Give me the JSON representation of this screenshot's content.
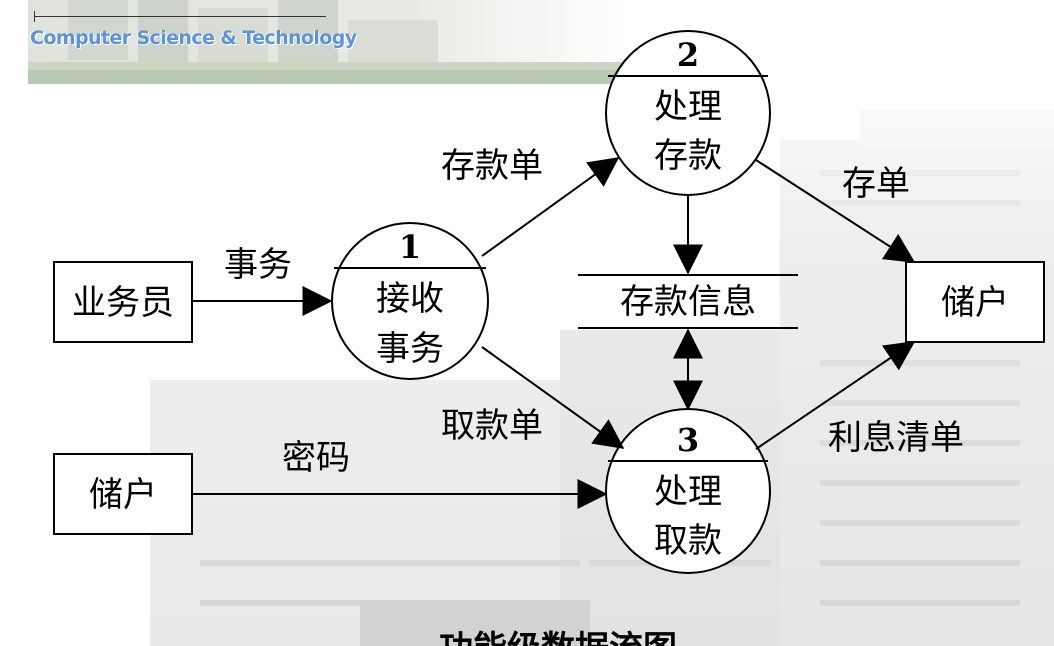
{
  "brand_text": "Computer Science & Technology",
  "diagram": {
    "entities": {
      "clerk": "业务员",
      "depositor_top": "储户",
      "depositor_bottom": "储户"
    },
    "processes": {
      "p1": {
        "number": "1",
        "line1": "接收",
        "line2": "事务"
      },
      "p2": {
        "number": "2",
        "line1": "处理",
        "line2": "存款"
      },
      "p3": {
        "number": "3",
        "line1": "处理",
        "line2": "取款"
      }
    },
    "data_store": "存款信息",
    "flows": {
      "transaction": "事务",
      "deposit_slip": "存款单",
      "withdrawal_slip": "取款单",
      "password": "密码",
      "deposit_receipt": "存单",
      "interest_statement": "利息清单"
    },
    "title": "功能级数据流图"
  }
}
